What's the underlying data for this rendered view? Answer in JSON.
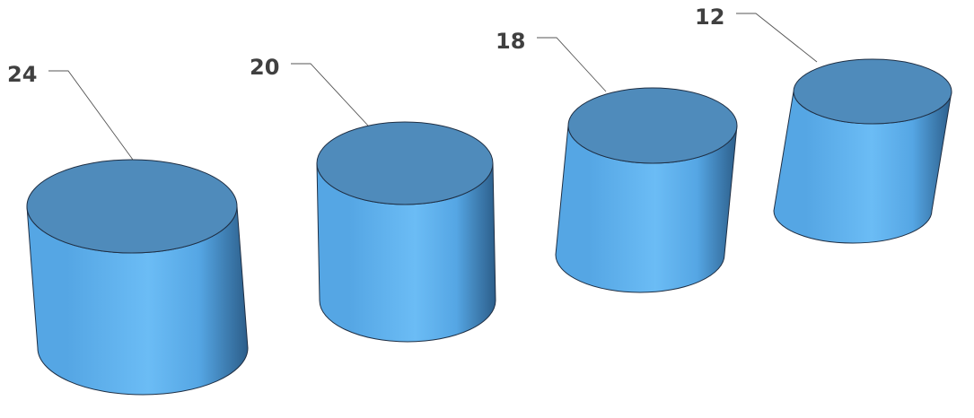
{
  "chart_data": {
    "type": "bar",
    "style": "3d-cylinder",
    "values": [
      24,
      20,
      18,
      12
    ],
    "labels": [
      "24",
      "20",
      "18",
      "12"
    ],
    "data_labels": true,
    "title": "",
    "xlabel": "",
    "ylabel": "",
    "grid": false,
    "legend": "none",
    "colors": {
      "side_light": "#6bbcf5",
      "side_mid": "#55a6e4",
      "side_dark": "#2c5e8a",
      "top": "#4f8bbb",
      "outline": "#1f2f44",
      "label": "#404040"
    }
  }
}
